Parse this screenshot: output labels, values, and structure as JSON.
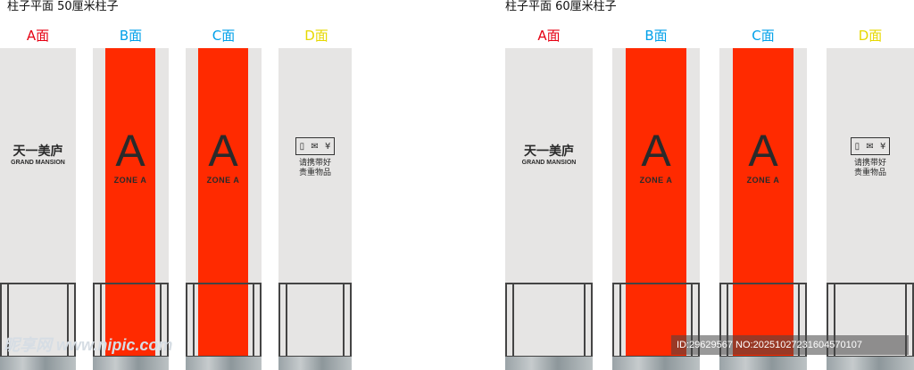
{
  "titles": {
    "left": "柱子平面 50厘米柱子",
    "right": "柱子平面 60厘米柱子"
  },
  "faces": [
    {
      "label": "A面",
      "color": "#e60012"
    },
    {
      "label": "B面",
      "color": "#00a0e9"
    },
    {
      "label": "C面",
      "color": "#00a0e9"
    },
    {
      "label": "D面",
      "color": "#e6d800"
    }
  ],
  "brand": {
    "cn": "天一美庐",
    "en": "GRAND MANSION"
  },
  "zone": {
    "letter": "A",
    "sub": "ZONE A"
  },
  "notice": {
    "line1": "请携带好",
    "line2": "贵重物品",
    "icons": [
      "phone-icon",
      "wallet-icon",
      "money-icon"
    ]
  },
  "colors": {
    "panel": "#e6e5e4",
    "stripe": "#ff2a00"
  },
  "watermark": {
    "site": "昵享网 www.nipic.com",
    "id": "ID:29629567 NO:20251027231604570107"
  }
}
